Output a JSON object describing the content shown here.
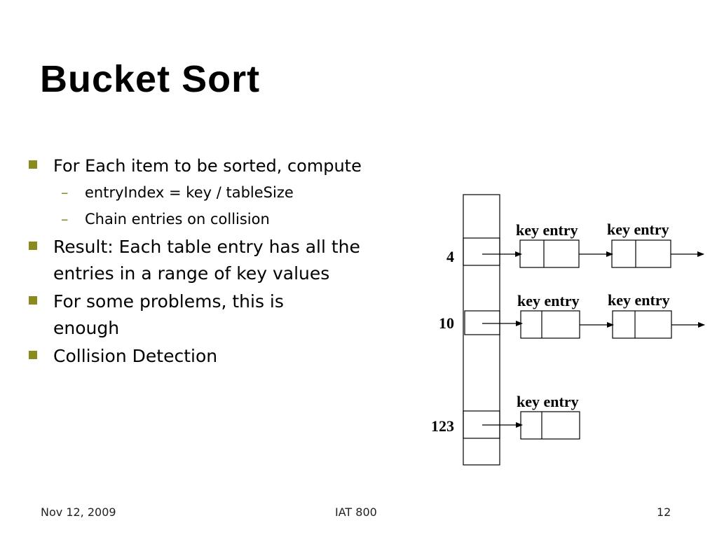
{
  "slide": {
    "title": "Bucket Sort",
    "bullets": [
      {
        "text": "For Each item to be sorted, compute",
        "sub": [
          "entryIndex = key / tableSize",
          "Chain entries on collision"
        ]
      },
      {
        "text": "Result: Each table entry has all the entries in a range of key values"
      },
      {
        "text": "For some problems, this is enough"
      },
      {
        "text": "Collision Detection"
      }
    ]
  },
  "diagram": {
    "index_labels": [
      "4",
      "10",
      "123"
    ],
    "node_label": "key entry"
  },
  "footer": {
    "date": "Nov 12, 2009",
    "course": "IAT 800",
    "page": "12"
  },
  "colors": {
    "bullet": "#8a8a1d"
  }
}
